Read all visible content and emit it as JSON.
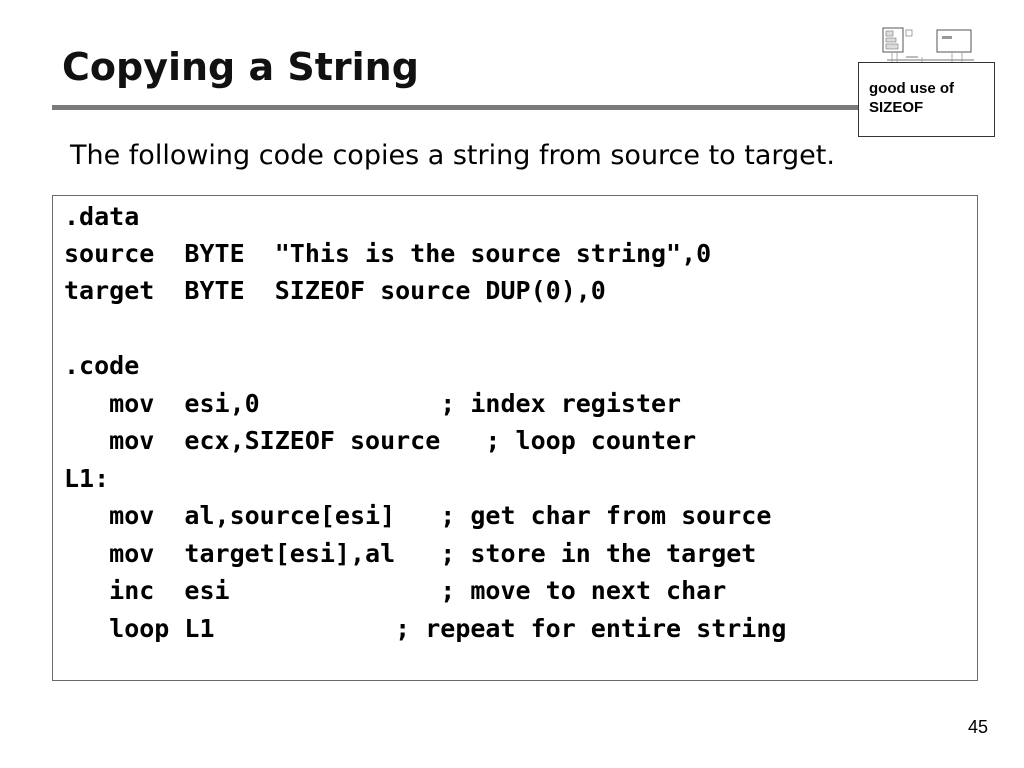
{
  "slide": {
    "title": "Copying a String",
    "subtitle": "The following code copies a string from source to target.",
    "note": "good use of SIZEOF",
    "page_number": "45"
  },
  "code": {
    "lines": [
      ".data",
      "source  BYTE  \"This is the source string\",0",
      "target  BYTE  SIZEOF source DUP(0),0",
      "",
      ".code",
      "   mov  esi,0            ; index register",
      "   mov  ecx,SIZEOF source   ; loop counter",
      "L1:",
      "   mov  al,source[esi]   ; get char from source",
      "   mov  target[esi],al   ; store in the target",
      "   inc  esi              ; move to next char",
      "   loop L1            ; repeat for entire string"
    ]
  },
  "icons": {
    "thumbnail": "cpu-memory-diagram-icon"
  }
}
